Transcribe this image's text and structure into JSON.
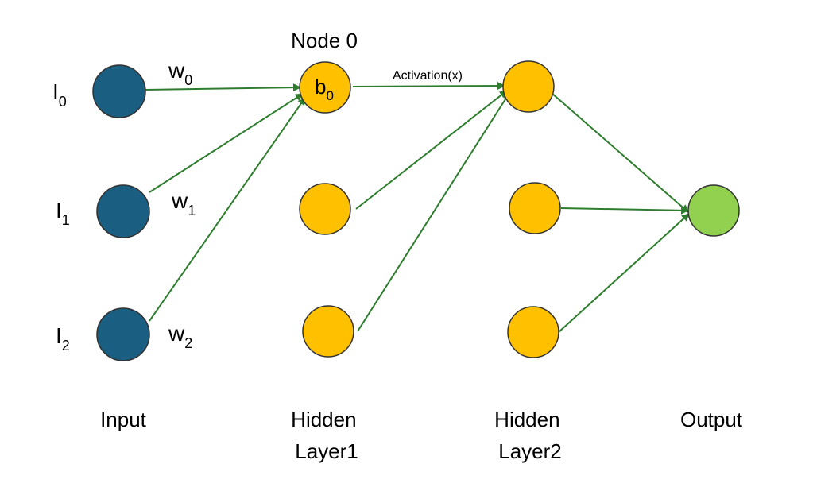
{
  "colors": {
    "input_node": "#1a5f82",
    "hidden_node": "#ffc000",
    "output_node": "#92d050",
    "edge": "#2e7d2e",
    "text": "#000000"
  },
  "labels": {
    "node0_title": "Node 0",
    "activation": "Activation(x)",
    "input_0": {
      "base": "I",
      "sub": "0"
    },
    "input_1": {
      "base": "I",
      "sub": "1"
    },
    "input_2": {
      "base": "I",
      "sub": "2"
    },
    "weight_0": {
      "base": "w",
      "sub": "0"
    },
    "weight_1": {
      "base": "w",
      "sub": "1"
    },
    "weight_2": {
      "base": "w",
      "sub": "2"
    },
    "bias_0": {
      "base": "b",
      "sub": "0"
    }
  },
  "layers": {
    "input": "Input",
    "hidden1_line1": "Hidden",
    "hidden1_line2": "Layer1",
    "hidden2_line1": "Hidden",
    "hidden2_line2": "Layer2",
    "output": "Output"
  }
}
